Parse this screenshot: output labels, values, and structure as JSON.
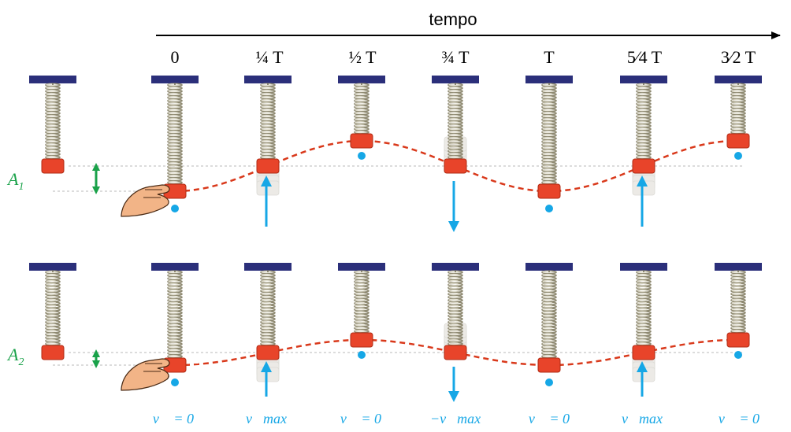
{
  "axis": {
    "label": "tempo"
  },
  "time_labels": [
    "0",
    "¼ T",
    "½ T",
    "¾ T",
    "T",
    "5⁄4 T",
    "3⁄2 T"
  ],
  "rows": [
    {
      "amplitude_label": "A",
      "amplitude_subscript": "1",
      "amplitude": 1.0
    },
    {
      "amplitude_label": "A",
      "amplitude_subscript": "2",
      "amplitude": 0.5
    }
  ],
  "velocity_labels": [
    "v⃗ = 0",
    "v⃗max",
    "v⃗ = 0",
    "−v⃗max",
    "v⃗ = 0",
    "v⃗max",
    "v⃗ = 0"
  ],
  "velocity_arrows": [
    "none",
    "up",
    "none",
    "down",
    "none",
    "up",
    "none"
  ],
  "displacement_phase": [
    -1,
    0,
    1,
    0,
    -1,
    0,
    1
  ],
  "colors": {
    "ceiling": "#2b2f7a",
    "mass": "#e8442a",
    "curve": "#d9391b",
    "amplitude": "#1aa24a",
    "velocity": "#16a7e6",
    "spring": "#b8b39a"
  },
  "icons": [
    "hand-icon",
    "equilibrium-dot-icon",
    "double-arrow-icon"
  ]
}
